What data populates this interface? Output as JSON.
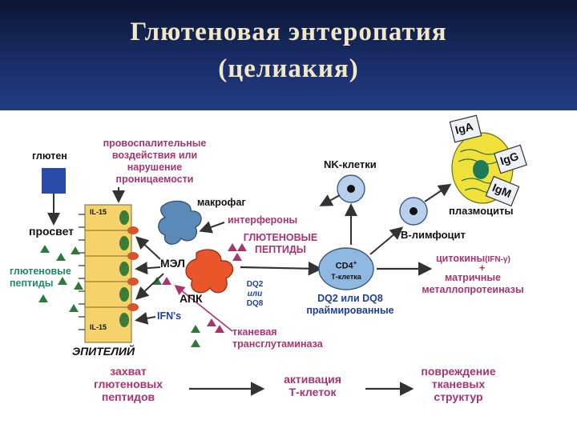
{
  "slide": {
    "title_line1": "Глютеновая энтеропатия",
    "title_line2": "(целиакия)"
  },
  "diagram": {
    "gluten": "глютен",
    "proinflam": [
      "провоспалительные",
      "воздействия или",
      "нарушение",
      "проницаемости"
    ],
    "lumen": "просвет",
    "gluten_peptides_left": [
      "глютеновые",
      "пептиды"
    ],
    "il15_top": "IL-15",
    "il15_bottom": "IL-15",
    "macrophage": "макрофаг",
    "interferons": "интерфероны",
    "gluten_peptides_caps": [
      "ГЛЮТЕНОВЫЕ",
      "ПЕПТИДЫ"
    ],
    "iel": "МЭЛ",
    "apc": "АПК",
    "dq2": "DQ2",
    "or1": "или",
    "dq8": "DQ8",
    "ifn": "IFN's",
    "tissue_tg": [
      "тканевая",
      "трансглутаминаза"
    ],
    "epithelium": "ЭПИТЕЛИЙ",
    "nk": "NK-клетки",
    "cd4": "CD4",
    "cd4_sup": "+",
    "tcell": "Т-клетка",
    "primed": [
      "DQ2 или DQ8",
      "праймированные"
    ],
    "bcell": "В-лимфоцит",
    "plasma": "плазмоциты",
    "iga": "IgA",
    "igg": "IgG",
    "igm": "IgM",
    "cytokines": "цитокины",
    "cytokine_note": "(IFN-γ)",
    "plus": "+",
    "mmp": [
      "матричные",
      "металлопротеиназы"
    ],
    "bottom_capture": [
      "захват",
      "глютеновых",
      "пептидов"
    ],
    "bottom_activation": [
      "активация",
      "Т-клеток"
    ],
    "bottom_damage": [
      "повреждение",
      "тканевых",
      "структур"
    ]
  },
  "colors": {
    "header": "#1a2f6b",
    "title_text": "#f2e8c8",
    "pink_text": "#a8346f",
    "blue_text": "#1f3f9e",
    "teal_text": "#1f8a6a",
    "epithelium": "#f5d26a",
    "nuclei": "#3a7a3a",
    "receptors": "#d9542a",
    "apc": "#e8562a",
    "macrophage": "#5b8ab8",
    "tcell": "#8fb8e0",
    "plasma": "#f0e23a",
    "arrow": "#333333"
  }
}
